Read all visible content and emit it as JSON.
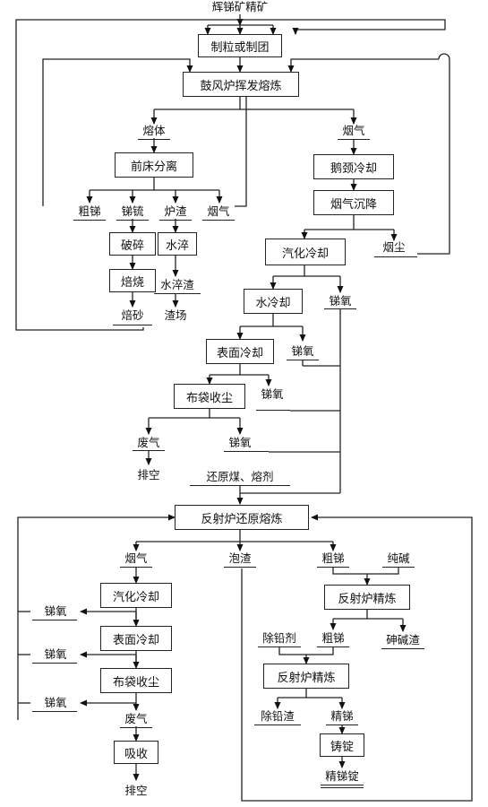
{
  "title": "辉锑矿精矿",
  "nodes": {
    "pelletize": "制粒或制团",
    "blast_furnace": "鼓风炉挥发熔炼",
    "melt": "熔体",
    "flue_gas": "烟气",
    "forehearth": "前床分离",
    "crude_sb": "粗锑",
    "sb_matte": "锑锍",
    "furnace_slag": "炉渣",
    "flue_gas_small": "烟气",
    "crushing": "破碎",
    "roasting": "焙烧",
    "roasted_ore": "焙砂",
    "water_quench": "水淬",
    "quenched_slag": "水淬渣",
    "slag_yard": "渣场",
    "gooseneck": "鹅颈冷却",
    "settling": "烟气沉降",
    "dust": "烟尘",
    "vapor_cool": "汽化冷却",
    "water_cool": "水冷却",
    "sb_oxide_1": "锑氧",
    "surface_cool": "表面冷却",
    "sb_oxide_2": "锑氧",
    "baghouse": "布袋收尘",
    "sb_oxide_3": "锑氧",
    "waste_gas": "废气",
    "sb_oxide_4": "锑氧",
    "exhaust": "排空",
    "reductant": "还原煤、熔剂",
    "reverb_reduce": "反射炉还原熔炼",
    "flue_gas_2": "烟气",
    "foam_slag": "泡渣",
    "crude_sb_2": "粗锑",
    "soda": "纯碱",
    "vapor_cool_2": "汽化冷却",
    "reverb_refine_1": "反射炉精炼",
    "sb_oxide_5": "锑氧",
    "surface_cool_2": "表面冷却",
    "lead_remover": "除铅剂",
    "crude_sb_3": "粗锑",
    "arsenic_slag": "砷碱渣",
    "sb_oxide_6": "锑氧",
    "baghouse_2": "布袋收尘",
    "reverb_refine_2": "反射炉精炼",
    "sb_oxide_7": "锑氧",
    "waste_gas_2": "废气",
    "lead_slag": "除铅渣",
    "refined_sb": "精锑",
    "absorb": "吸收",
    "casting": "铸锭",
    "exhaust_2": "排空",
    "ingot": "精锑锭"
  }
}
